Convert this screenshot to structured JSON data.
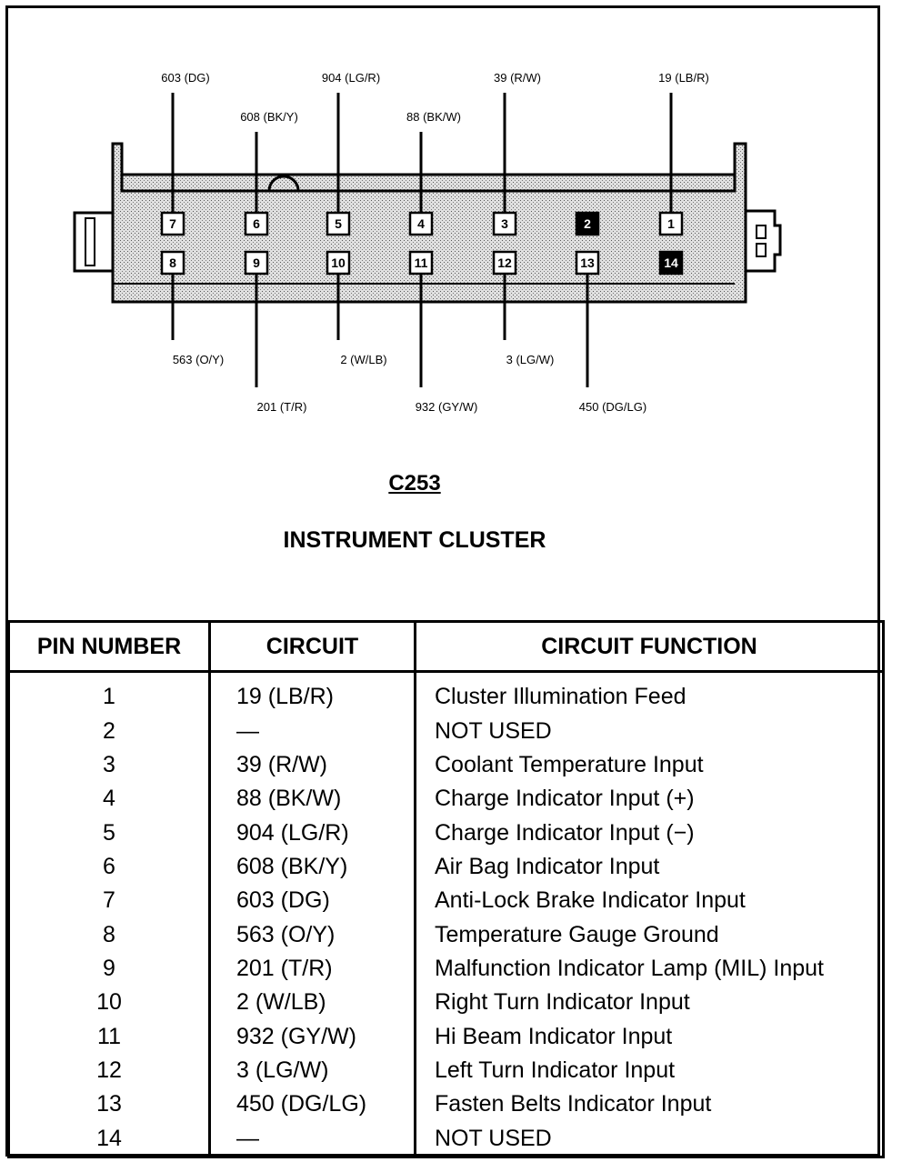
{
  "connector": {
    "id": "C253",
    "name": "INSTRUMENT CLUSTER",
    "top_labels": [
      {
        "pin": "7",
        "text": "603 (DG)"
      },
      {
        "pin": "6",
        "text": "608 (BK/Y)"
      },
      {
        "pin": "5",
        "text": "904 (LG/R)"
      },
      {
        "pin": "4",
        "text": "88 (BK/W)"
      },
      {
        "pin": "3",
        "text": "39 (R/W)"
      },
      {
        "pin": "1",
        "text": "19 (LB/R)"
      }
    ],
    "bottom_labels": [
      {
        "pin": "8",
        "text": "563 (O/Y)"
      },
      {
        "pin": "9",
        "text": "201 (T/R)"
      },
      {
        "pin": "10",
        "text": "2 (W/LB)"
      },
      {
        "pin": "11",
        "text": "932 (GY/W)"
      },
      {
        "pin": "12",
        "text": "3 (LG/W)"
      },
      {
        "pin": "13",
        "text": "450 (DG/LG)"
      }
    ],
    "cavities_top": [
      "7",
      "6",
      "5",
      "4",
      "3",
      "2",
      "1"
    ],
    "cavities_bottom": [
      "8",
      "9",
      "10",
      "11",
      "12",
      "13",
      "14"
    ],
    "unused_cavities": [
      "2",
      "14"
    ]
  },
  "table": {
    "headers": [
      "PIN NUMBER",
      "CIRCUIT",
      "CIRCUIT FUNCTION"
    ],
    "rows": [
      [
        "1",
        "19 (LB/R)",
        "Cluster Illumination Feed"
      ],
      [
        "2",
        "—",
        "NOT USED"
      ],
      [
        "3",
        "39 (R/W)",
        "Coolant Temperature Input"
      ],
      [
        "4",
        "88 (BK/W)",
        "Charge Indicator Input (+)"
      ],
      [
        "5",
        "904 (LG/R)",
        "Charge Indicator Input (−)"
      ],
      [
        "6",
        "608 (BK/Y)",
        "Air Bag Indicator Input"
      ],
      [
        "7",
        "603 (DG)",
        "Anti-Lock Brake Indicator Input"
      ],
      [
        "8",
        "563 (O/Y)",
        "Temperature Gauge Ground"
      ],
      [
        "9",
        "201 (T/R)",
        "Malfunction Indicator Lamp (MIL) Input"
      ],
      [
        "10",
        "2 (W/LB)",
        "Right Turn Indicator Input"
      ],
      [
        "11",
        "932 (GY/W)",
        "Hi Beam Indicator Input"
      ],
      [
        "12",
        "3 (LG/W)",
        "Left Turn Indicator Input"
      ],
      [
        "13",
        "450 (DG/LG)",
        "Fasten Belts Indicator Input"
      ],
      [
        "14",
        "—",
        "NOT USED"
      ]
    ]
  },
  "colors": {
    "ink": "#000000",
    "housing_fill": "#c8c8c8",
    "paper": "#ffffff"
  }
}
